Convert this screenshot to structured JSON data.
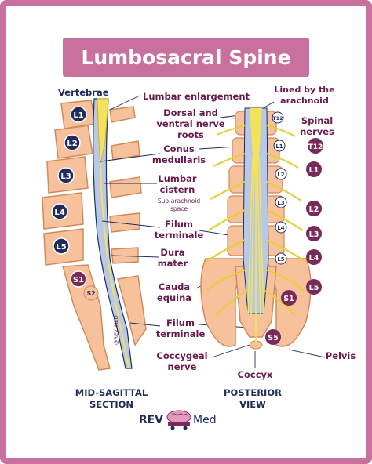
{
  "title": "Lumbosacral Spine",
  "left_heading": "Vertebrae",
  "vertebrae": [
    "L1",
    "L2",
    "L3",
    "L4",
    "L5",
    "S1",
    "S2"
  ],
  "watermark": "@REV_MED",
  "center_labels": {
    "lumbar_enlargement": "Lumbar enlargement",
    "dorsal_ventral_1": "Dorsal and",
    "dorsal_ventral_2": "ventral nerve",
    "dorsal_ventral_3": "roots",
    "conus_1": "Conus",
    "conus_2": "medullaris",
    "cistern_1": "Lumbar",
    "cistern_2": "cistern",
    "subarach_1": "Sub-arachnoid",
    "subarach_2": "space",
    "filum_1": "Filum",
    "filum_2": "terminale",
    "dura_1": "Dura",
    "dura_2": "mater",
    "cauda_1": "Cauda",
    "cauda_2": "equina",
    "filum2_1": "Filum",
    "filum2_2": "terminale",
    "coccygeal_1": "Coccygeal",
    "coccygeal_2": "nerve",
    "coccyx": "Coccyx"
  },
  "right_labels": {
    "arachnoid_1": "Lined by the",
    "arachnoid_2": "arachnoid",
    "spinal_1": "Spinal",
    "spinal_2": "nerves",
    "pelvis": "Pelvis"
  },
  "posterior_small_badges": [
    "T12",
    "L1",
    "L2",
    "L3",
    "L4",
    "L5"
  ],
  "spinal_nerve_badges": [
    "T12",
    "L1",
    "L2",
    "L3",
    "L4",
    "L5",
    "S1",
    "S5"
  ],
  "section_left_1": "MID-SAGITTAL",
  "section_left_2": "SECTION",
  "section_right_1": "POSTERIOR",
  "section_right_2": "VIEW",
  "brand_left": "REV",
  "brand_right": "Med",
  "colors": {
    "frame": "#c8709e",
    "title_bg": "#c8709e",
    "bone": "#f6c19b",
    "bone_stroke": "#d08a5a",
    "navy": "#1f2d5c",
    "nerve": "#f3e25a",
    "dura": "#b9c8e6",
    "badge": "#7a2a5a"
  }
}
